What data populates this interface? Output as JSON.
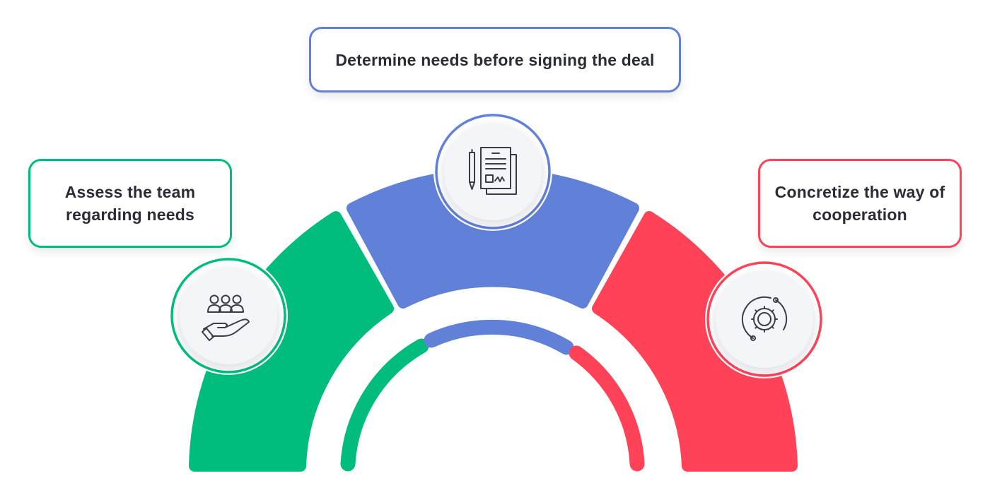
{
  "colors": {
    "green": "#00bd7e",
    "blue": "#6180d8",
    "red": "#ff4257",
    "text": "#2b2d36",
    "icon_circle": "#f4f5f8",
    "icon_stroke": "#3a3d46"
  },
  "steps": [
    {
      "id": "assess",
      "lines": [
        "Assess the team",
        "regarding needs"
      ],
      "color": "#00bd7e",
      "icon": "hand-holding-team-icon"
    },
    {
      "id": "determine",
      "lines": [
        "Determine needs before signing the deal"
      ],
      "color": "#6180d8",
      "icon": "signed-document-pen-icon"
    },
    {
      "id": "concretize",
      "lines": [
        "Concretize the way of",
        "cooperation"
      ],
      "color": "#ff4257",
      "icon": "gear-cycle-icon"
    }
  ]
}
